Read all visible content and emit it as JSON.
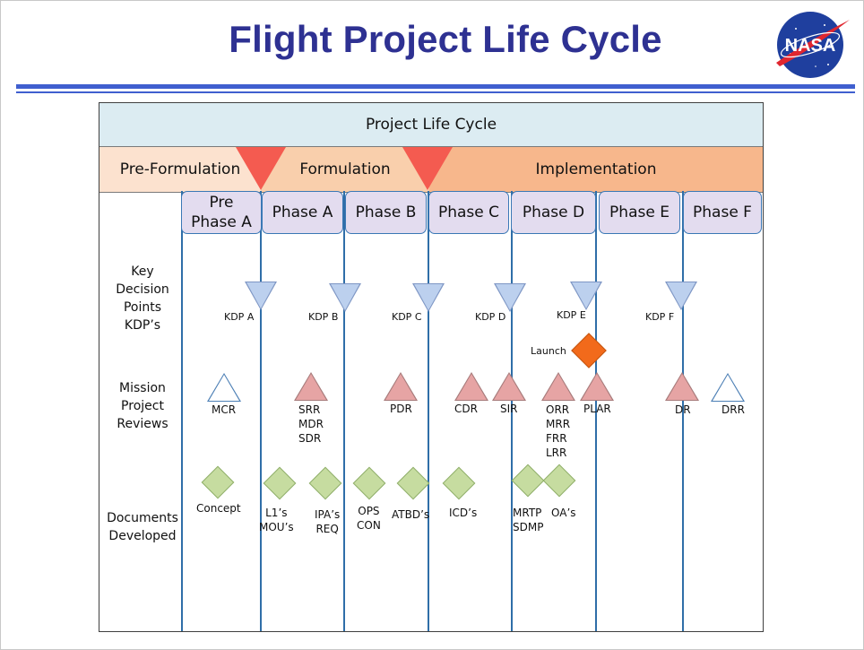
{
  "slide": {
    "title": "Flight Project Life Cycle",
    "logo_text": "NASA"
  },
  "diagram": {
    "header": "Project Life Cycle",
    "bands": [
      "Pre-Formulation",
      "Formulation",
      "Implementation"
    ],
    "phases": [
      "Pre\nPhase A",
      "Phase A",
      "Phase B",
      "Phase C",
      "Phase D",
      "Phase E",
      "Phase F"
    ],
    "row_labels": {
      "kdp": "Key\nDecision\nPoints\nKDP’s",
      "reviews": "Mission\nProject\nReviews",
      "documents": "Documents\nDeveloped"
    },
    "kdps": [
      "KDP A",
      "KDP B",
      "KDP C",
      "KDP D",
      "KDP E",
      "KDP F"
    ],
    "launch": "Launch",
    "reviews": [
      "MCR",
      "SRR\nMDR\nSDR",
      "PDR",
      "CDR",
      "SIR",
      "ORR\nMRR\nFRR\nLRR",
      "PLAR",
      "DR",
      "DRR"
    ],
    "documents": [
      "Concept",
      "L1’s\nMOU’s",
      "IPA’s\nREQ",
      "OPS\nCON",
      "ATBD’s",
      "ICD’s",
      "MRTP\nSDMP",
      "OA’s"
    ],
    "colors": {
      "title": "#2e3192",
      "rule": "#3f5fcf",
      "phase_fill": "#e3dcef",
      "phase_border": "#3a78b5",
      "kdp_triangle": "#bcd0ee",
      "gate_triangle": "#f45b50",
      "review_triangle": "#e6a4a4",
      "document_diamond": "#c6dca0",
      "launch_diamond": "#f26a1b"
    }
  }
}
